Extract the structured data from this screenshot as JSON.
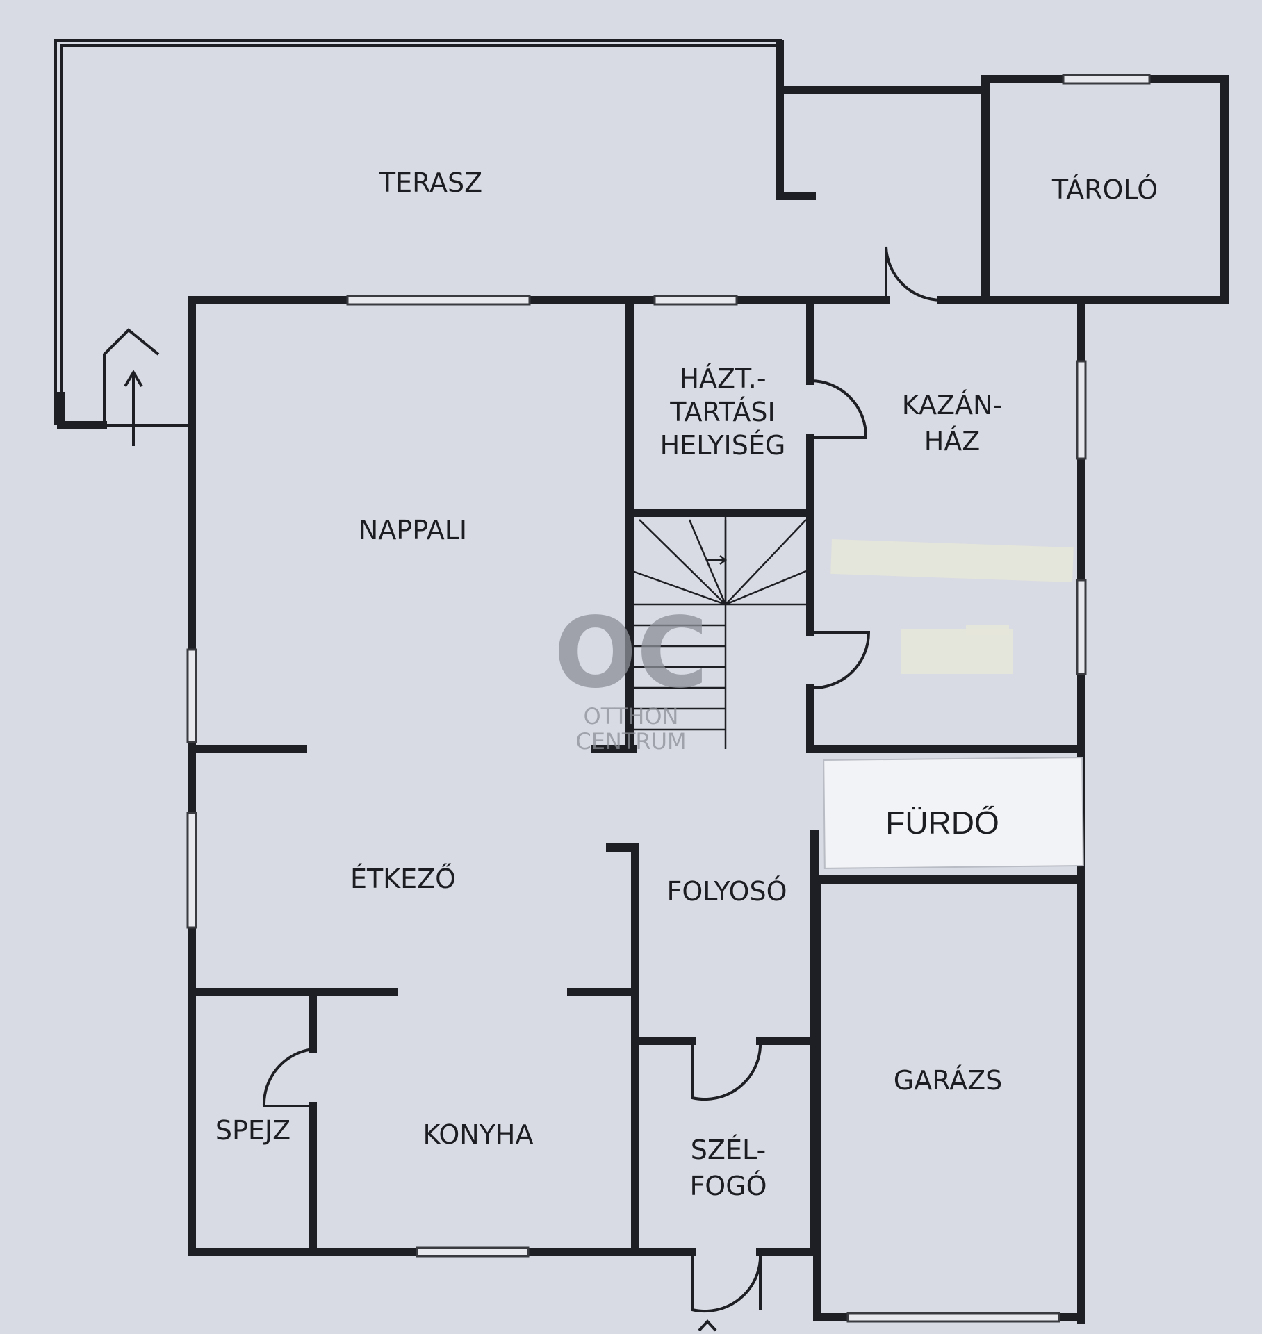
{
  "rooms": {
    "terasz": "TERASZ",
    "tarolo": "TÁROLÓ",
    "hazt_line1": "HÁZT.-",
    "hazt_line2": "TARTÁSI",
    "hazt_line3": "HELYISÉG",
    "kazan_line1": "KAZÁN-",
    "kazan_line2": "HÁZ",
    "nappali": "NAPPALI",
    "furdo": "FÜRDŐ",
    "etkezo": "ÉTKEZŐ",
    "folyoso": "FOLYOSÓ",
    "garazs": "GARÁZS",
    "spejz": "SPEJZ",
    "konyha": "KONYHA",
    "szel_line1": "SZÉL-",
    "szel_line2": "FOGÓ"
  },
  "watermark": {
    "logo": "OC",
    "line1": "OTTHON",
    "line2": "CENTRUM"
  },
  "colors": {
    "background": "#d8dbe3",
    "wall": "#1e1f24"
  }
}
